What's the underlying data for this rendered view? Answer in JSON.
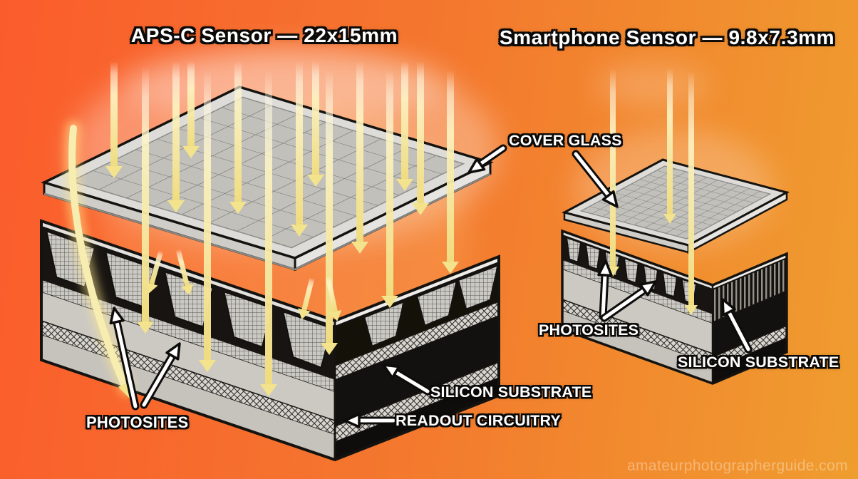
{
  "titles": {
    "left": "APS-C Sensor — 22x15mm",
    "right": "Smartphone Sensor — 9.8x7.3mm"
  },
  "sensors": {
    "apsc": {
      "name": "APS-C Sensor",
      "size": "22x15mm"
    },
    "smartphone": {
      "name": "Smartphone Sensor",
      "size": "9.8x7.3mm"
    }
  },
  "labels": {
    "cover_glass": "COVER GLASS",
    "photosites": "PHOTOSITES",
    "silicon_substrate": "SILICON SUBSTRATE",
    "readout_circuitry": "READOUT CIRCUITRY"
  },
  "watermark": "amateurphotographerguide.com",
  "colors": {
    "background_left": "#fb5c2c",
    "background_right": "#ef9d2f",
    "light_ray": "#f3e38c",
    "sensor_gray": "#ccc9c3",
    "substrate_black": "#131010",
    "label_text": "#ffffff",
    "label_outline": "#0c0a08"
  }
}
